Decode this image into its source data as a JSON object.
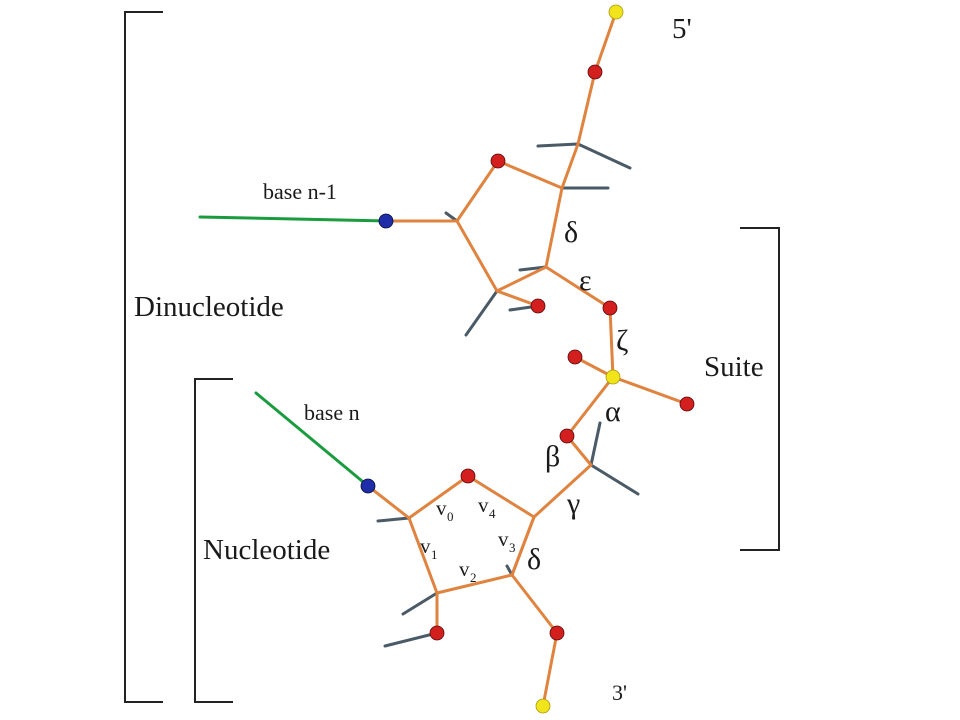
{
  "labels": {
    "five_prime": "5'",
    "three_prime": "3'",
    "dinucleotide": "Dinucleotide",
    "nucleotide": "Nucleotide",
    "suite": "Suite",
    "base_n_minus_1": "base n-1",
    "base_n": "base n"
  },
  "torsions": {
    "upper_delta": "δ",
    "epsilon": "ε",
    "zeta": "ζ",
    "alpha": "α",
    "beta": "β",
    "gamma": "γ",
    "lower_delta": "δ"
  },
  "ring_torsions": {
    "nu0": {
      "main": "v",
      "sub": "0"
    },
    "nu1": {
      "main": "v",
      "sub": "1"
    },
    "nu2": {
      "main": "v",
      "sub": "2"
    },
    "nu3": {
      "main": "v",
      "sub": "3"
    },
    "nu4": {
      "main": "v",
      "sub": "4"
    }
  },
  "colors": {
    "backbone": "#e0833f",
    "hydrogen_bond": "#4a5a66",
    "base_link": "#1a9c3e",
    "oxygen": "#d41f1f",
    "phosphorus": "#f2e41a",
    "nitrogen": "#1f2ea8",
    "bracket": "#222222"
  }
}
